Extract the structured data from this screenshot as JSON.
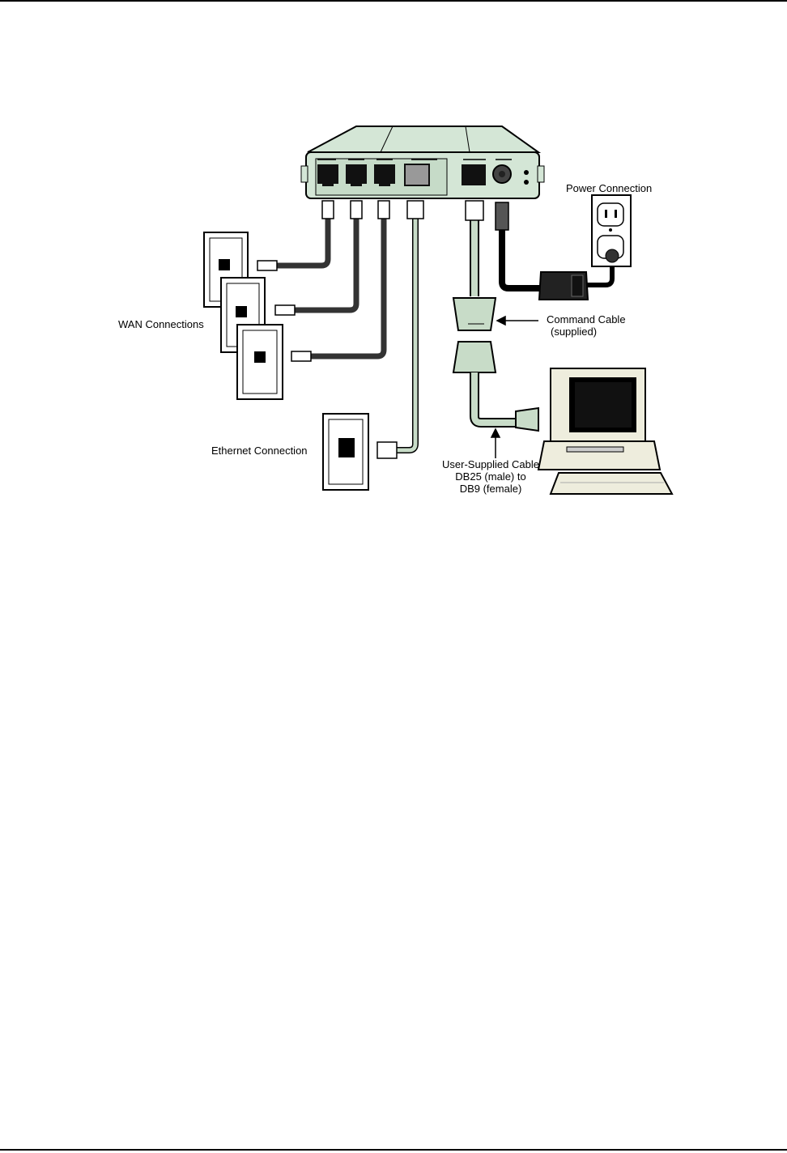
{
  "figure": {
    "labels": {
      "power_connection": "Power Connection",
      "wan_connections": "WAN Connections",
      "command_cable_line1": "Command Cable",
      "command_cable_line2": "(supplied)",
      "ethernet_connection": "Ethernet Connection",
      "user_cable_line1": "User-Supplied Cable",
      "user_cable_line2": "DB25 (male) to",
      "user_cable_line3": "DB9 (female)"
    }
  },
  "colors": {
    "device_body": "#d4e6d6",
    "device_outline": "#000000",
    "cable_green": "#c8dcc8",
    "cable_dark": "#333333",
    "monitor_body": "#eeeddd"
  }
}
